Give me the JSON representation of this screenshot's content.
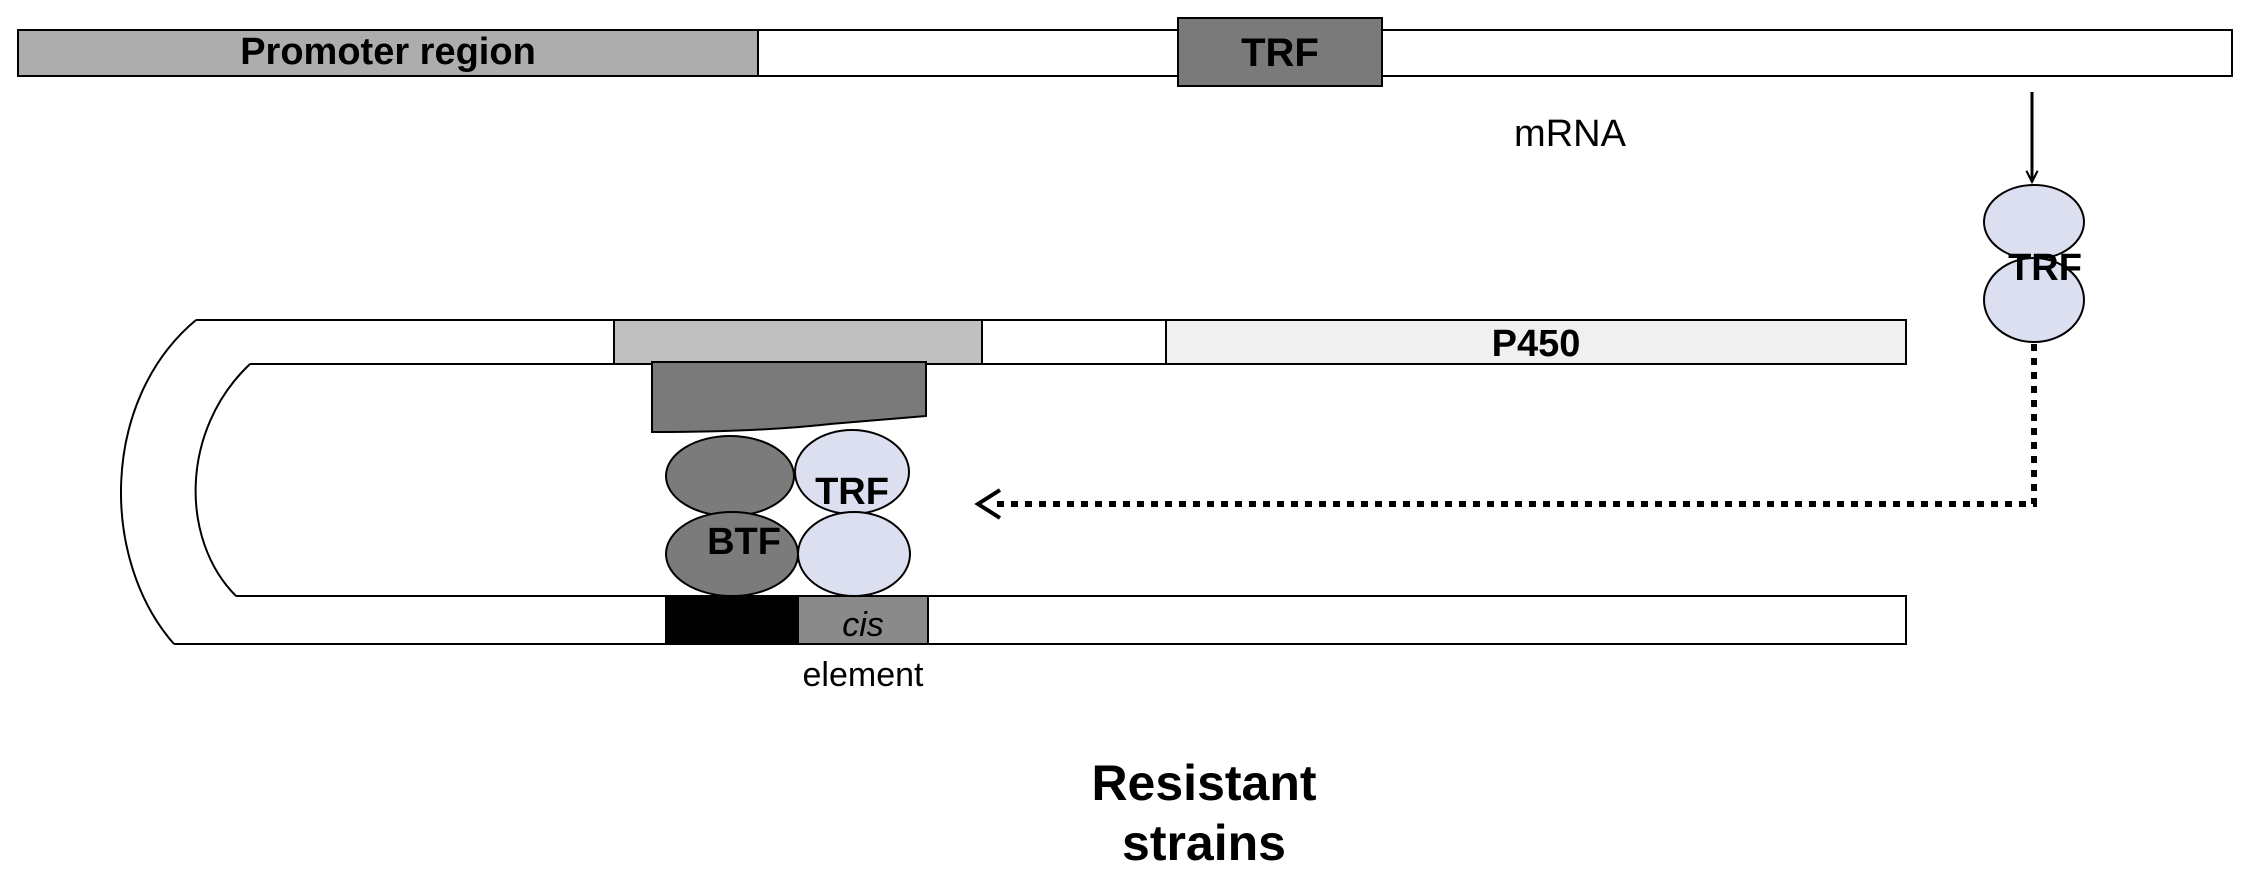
{
  "gene_bar": {
    "promoter_label": "Promoter region",
    "trf_gene_label": "TRF",
    "mrna_label": "mRNA"
  },
  "trf_protein": {
    "label": "TRF"
  },
  "p450_construct": {
    "p450_label": "P450",
    "trf_label": "TRF",
    "btf_label": "BTF",
    "cis_label": "cis",
    "element_label": "element"
  },
  "caption": {
    "line1": "Resistant",
    "line2": "strains"
  },
  "colors": {
    "promoter_fill": "#adadad",
    "trf_box_fill": "#7a7a7a",
    "btf_fill": "#7b7b7b",
    "trf_protein_fill": "#dcdff0",
    "p450_fill": "#f0f0f0",
    "upstream_fill": "#c0c0c0",
    "black_box": "#000000",
    "cis_fill": "#8a8a8a"
  }
}
